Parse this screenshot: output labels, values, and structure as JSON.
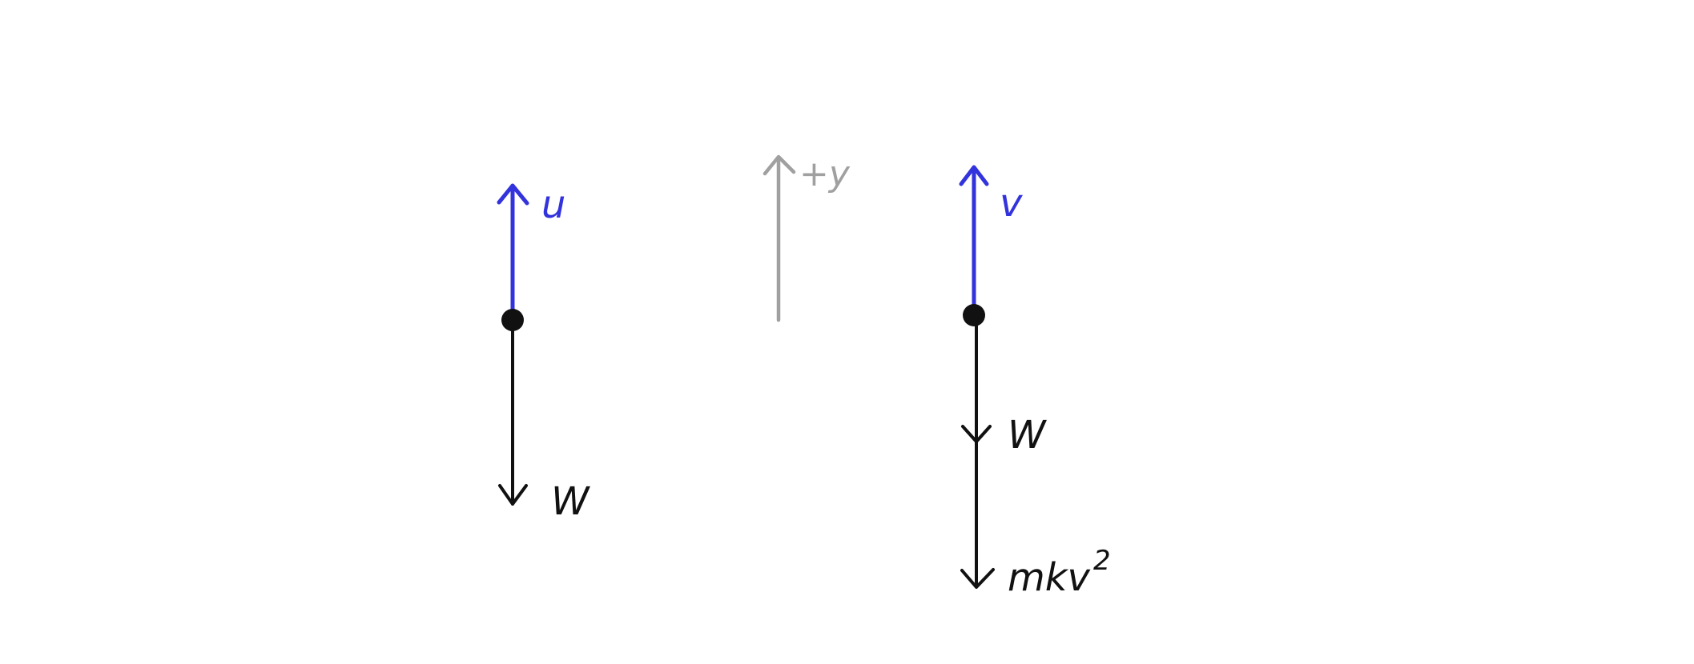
{
  "colors": {
    "velocity": "#3333dd",
    "force": "#111111",
    "axis": "#a0a0a0",
    "background": "#ffffff"
  },
  "diagram_left": {
    "velocity_label": "u",
    "weight_label": "W"
  },
  "axis": {
    "label": "+y"
  },
  "diagram_right": {
    "velocity_label": "v",
    "weight_label": "W",
    "drag_label": "mkv",
    "drag_exponent": "2"
  }
}
